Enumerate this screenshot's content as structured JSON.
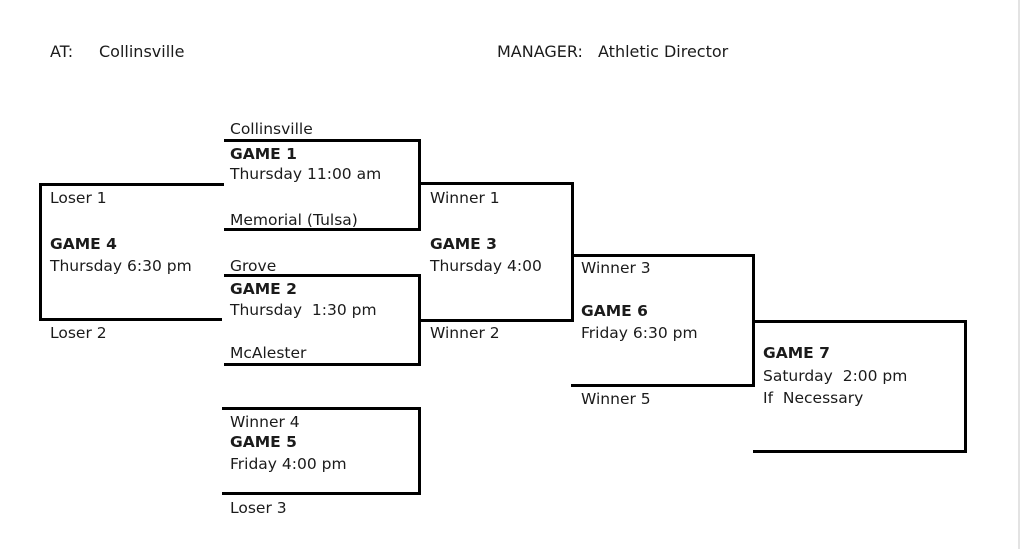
{
  "header": {
    "at_label": "AT:",
    "at_value": "Collinsville",
    "manager_label": "MANAGER:",
    "manager_value": "Athletic Director"
  },
  "games": {
    "g1": {
      "title": "GAME 1",
      "time": "Thursday 11:00 am",
      "top": "Collinsville",
      "bottom": "Memorial (Tulsa)"
    },
    "g2": {
      "title": "GAME 2",
      "time": "Thursday  1:30 pm",
      "top": "Grove",
      "bottom": "McAlester"
    },
    "g3": {
      "title": "GAME 3",
      "time": "Thursday 4:00",
      "top": "Winner 1",
      "bottom": "Winner 2"
    },
    "g4": {
      "title": "GAME 4",
      "time": "Thursday 6:30 pm",
      "top": "Loser 1",
      "bottom": "Loser 2"
    },
    "g5": {
      "title": "GAME 5",
      "time": "Friday 4:00 pm",
      "top": "Winner 4",
      "bottom": "Loser 3"
    },
    "g6": {
      "title": "GAME 6",
      "time": "Friday 6:30 pm",
      "top": "Winner 3",
      "bottom": "Winner 5"
    },
    "g7": {
      "title": "GAME 7",
      "time": "Saturday  2:00 pm",
      "note": "If  Necessary"
    }
  },
  "colors": {
    "line": "#000000",
    "text": "#1b1b1b",
    "page_edge": "#e3e3e3"
  }
}
